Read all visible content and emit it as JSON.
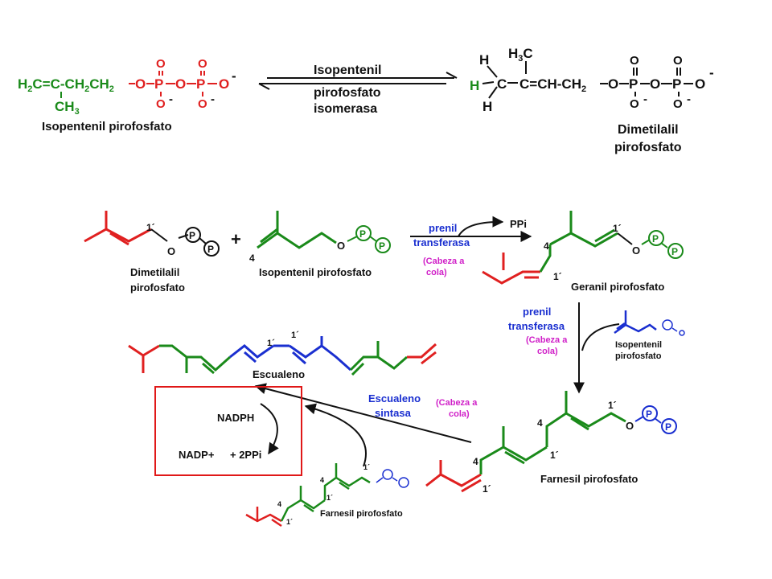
{
  "colors": {
    "green": "#1a8a1a",
    "red": "#e02020",
    "blue": "#1a2fd0",
    "magenta": "#d020c8",
    "black": "#111111",
    "box": "#e01818"
  },
  "top": {
    "ipp_formula": {
      "h2c": "H",
      "h2c_sub": "2",
      "c_eq": "C=C-CH",
      "ch2_sub": "2",
      "ch2": "CH",
      "ch2b_sub": "2",
      "ch3": "CH",
      "ch3_sub": "3",
      "o1": "O",
      "p1": "P",
      "o2": "O",
      "p2": "P",
      "o_top": "O",
      "o_bot": "O",
      "minus": "-"
    },
    "ipp_name": "Isopentenil pirofosfato",
    "enzyme_line1": "Isopentenil",
    "enzyme_line2": "pirofosfato",
    "enzyme_line3": "isomerasa",
    "dmapp_name_line1": "Dimetilalil",
    "dmapp_name_line2": "pirofosfato",
    "dmapp_formula": {
      "h_top": "H",
      "h_left": "H",
      "h_bot": "H",
      "c": "C",
      "h3c": "H",
      "h3c_sub": "3",
      "c_top": "C",
      "chain": "C=CH-CH",
      "chain_sub": "2",
      "o": "O",
      "p": "P"
    }
  },
  "mid": {
    "dmapp_label_line1": "Dimetilalil",
    "dmapp_label_line2": "pirofosfato",
    "ipp_label": "Isopentenil pirofosfato",
    "plus": "+",
    "num_1prime": "1´",
    "num_4": "4",
    "o": "O",
    "p": "P",
    "enzyme_line1": "prenil",
    "enzyme_line2": "transferasa",
    "headtail_line1": "(Cabeza a",
    "headtail_line2": "cola)",
    "ppi": "PPi",
    "gpp_label": "Geranil pirofosfato"
  },
  "right": {
    "enzyme_line1": "prenil",
    "enzyme_line2": "transferasa",
    "headtail_line1": "(Cabeza a",
    "headtail_line2": "cola)",
    "ipp_small_line1": "Isopentenil",
    "ipp_small_line2": "pirofosfato",
    "fpp_label": "Farnesil pirofosfato"
  },
  "bottom": {
    "squalene_label": "Escualeno",
    "synthase_line1": "Escualeno",
    "synthase_line2": "sintasa",
    "headtail_line1": "(Cabeza a",
    "headtail_line2": "cola)",
    "nadph": "NADPH",
    "nadp": "NADP+",
    "ppi2": "+ 2PPi",
    "fpp_small_label": "Farnesil pirofosfato"
  }
}
